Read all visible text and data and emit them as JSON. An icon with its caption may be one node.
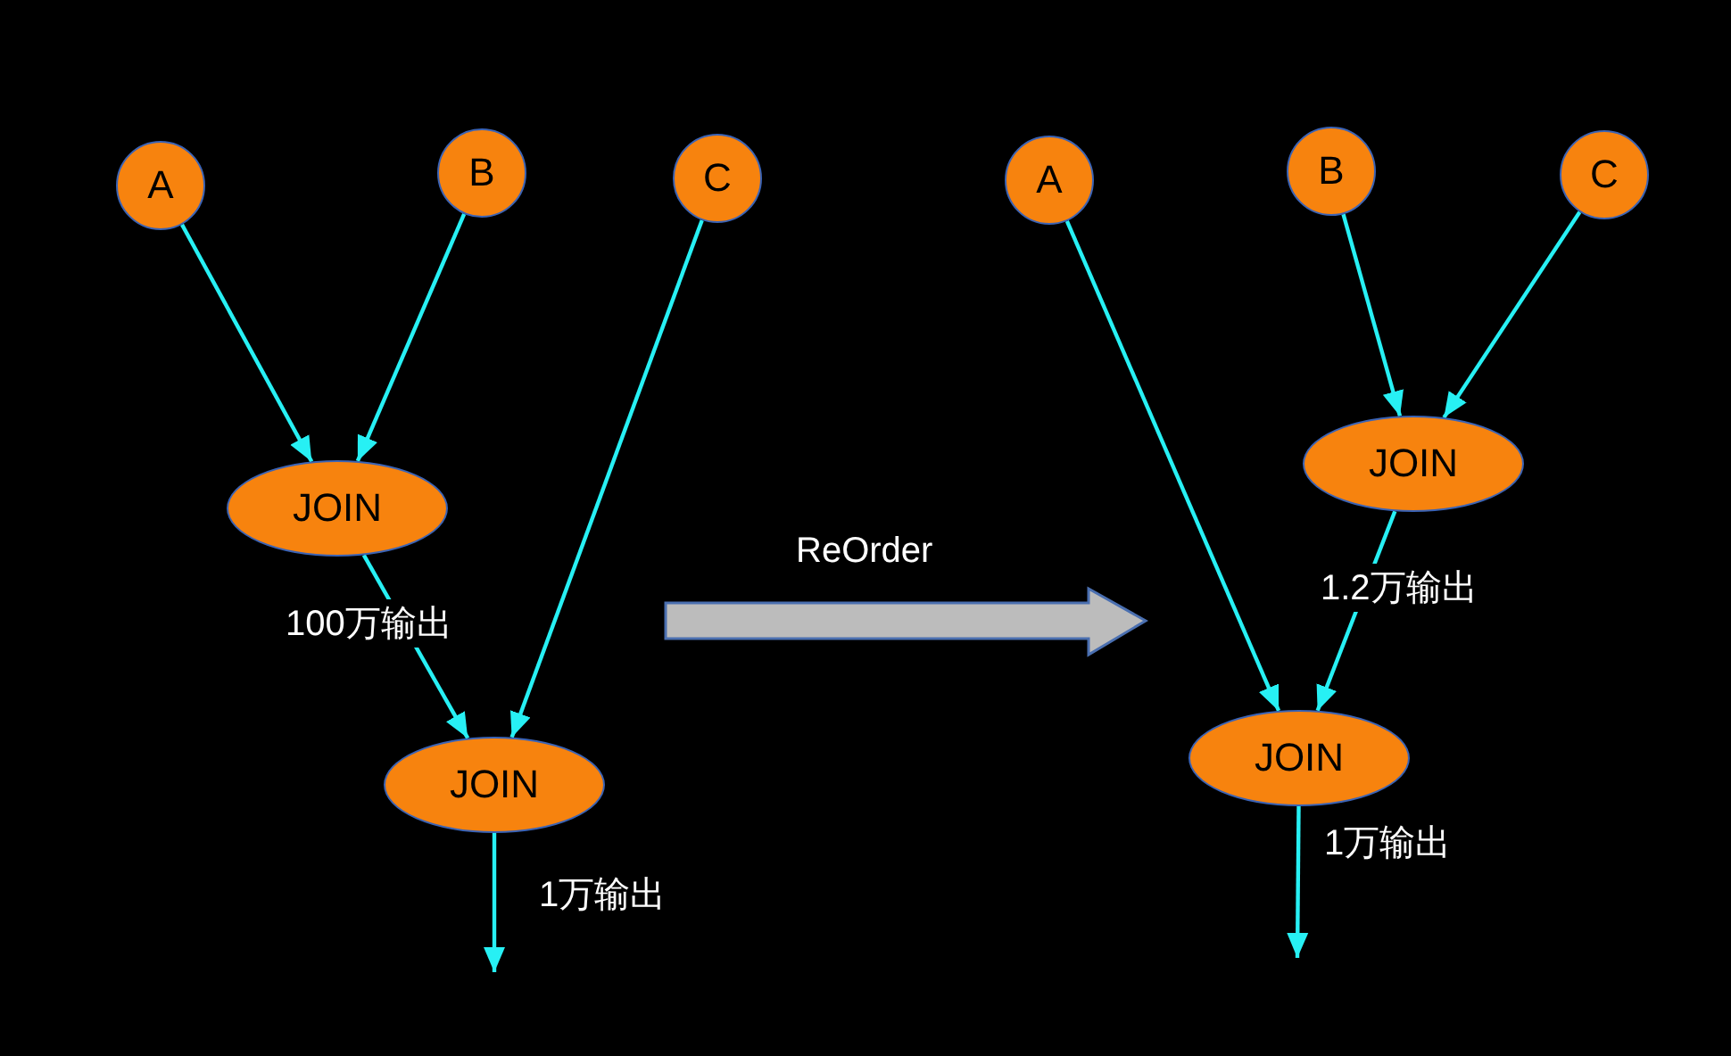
{
  "diagram": {
    "nodes": [
      {
        "text": [
          "A"
        ]
      },
      {
        "text": [
          "B"
        ]
      },
      {
        "text": [
          "C"
        ]
      },
      {
        "text": [
          "JOIN"
        ]
      },
      {
        "text": [
          "JOIN"
        ]
      },
      {
        "text": [
          "A"
        ]
      },
      {
        "text": [
          "B"
        ]
      },
      {
        "text": [
          "C"
        ]
      },
      {
        "text": [
          "JOIN"
        ]
      },
      {
        "text": [
          "JOIN"
        ]
      }
    ],
    "edges": [
      {
        "from": 0,
        "to": 3,
        "arrow": "to"
      },
      {
        "from": 1,
        "to": 3,
        "arrow": "to"
      },
      {
        "from": 3,
        "to": 4,
        "arrow": "to",
        "label": "100万输出"
      },
      {
        "from": 2,
        "to": 4,
        "arrow": "to"
      },
      {
        "from": 4,
        "to": null,
        "arrow": "to",
        "label": "1万输出"
      },
      {
        "from": 6,
        "to": 8,
        "arrow": "to"
      },
      {
        "from": 7,
        "to": 8,
        "arrow": "to"
      },
      {
        "from": 8,
        "to": 9,
        "arrow": "to",
        "label": "1.2万输出"
      },
      {
        "from": 5,
        "to": 9,
        "arrow": "to"
      },
      {
        "from": 9,
        "to": null,
        "arrow": "to",
        "label": "1万输出"
      }
    ],
    "labels": [
      "ReOrder"
    ]
  }
}
